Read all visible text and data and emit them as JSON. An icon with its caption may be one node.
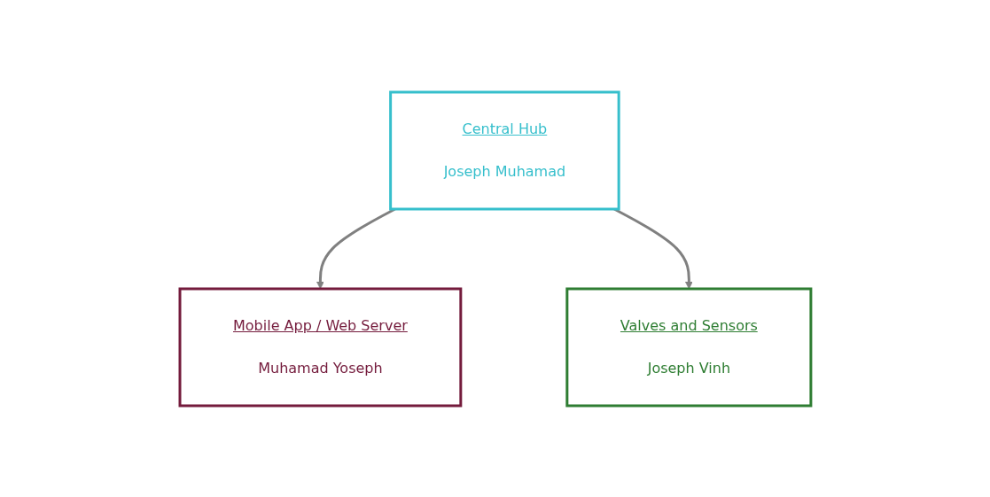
{
  "diagram": {
    "nodes": [
      {
        "text": [
          "Central Hub",
          "Joseph Muhamad"
        ]
      },
      {
        "text": [
          "Mobile App / Web Server",
          "Muhamad Yoseph"
        ]
      },
      {
        "text": [
          "Valves and Sensors",
          "Joseph Vinh"
        ]
      }
    ],
    "edges": [
      {
        "from": 0,
        "to": 1,
        "arrow": "to"
      },
      {
        "from": 0,
        "to": 2,
        "arrow": "to"
      }
    ]
  }
}
